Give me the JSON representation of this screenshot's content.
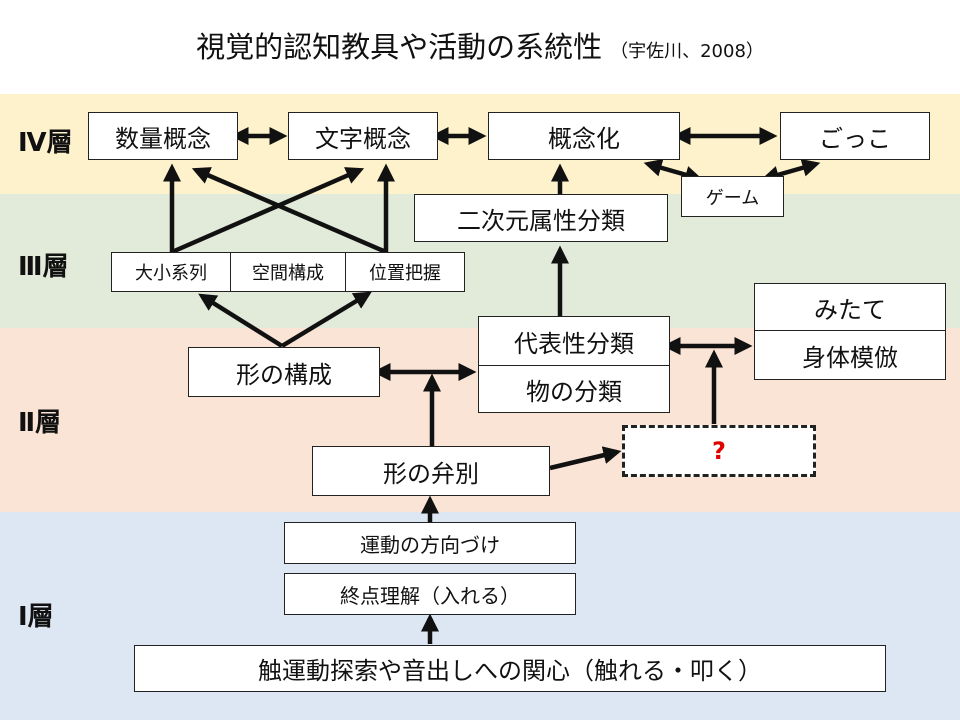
{
  "title": "視覚的認知教具や活動の系統性",
  "citation": "（宇佐川、2008）",
  "colors": {
    "layer4": "#fef2cc",
    "layer3": "#e2ead9",
    "layer2": "#fae4d6",
    "layer1": "#dde7f4",
    "question": "#e00000"
  },
  "layers": {
    "iv": "Ⅳ層",
    "iii": "Ⅲ層",
    "ii": "Ⅱ層",
    "i": "Ⅰ層"
  },
  "nodes": {
    "suuryou": "数量概念",
    "moji": "文字概念",
    "gainenka": "概念化",
    "gokko": "ごっこ",
    "game": "ゲーム",
    "nijigen": "二次元属性分類",
    "daishou": "大小系列",
    "kuukan": "空間構成",
    "ichi": "位置把握",
    "mitate": "みたて",
    "shintai": "身体模倣",
    "daihyou": "代表性分類",
    "mono": "物の分類",
    "katachi_kousei": "形の構成",
    "unknown": "?",
    "katachi_benbetsu": "形の弁別",
    "undou": "運動の方向づけ",
    "shuuten": "終点理解（入れる）",
    "shokuundou": "触運動探索や音出しへの関心（触れる・叩く）"
  }
}
